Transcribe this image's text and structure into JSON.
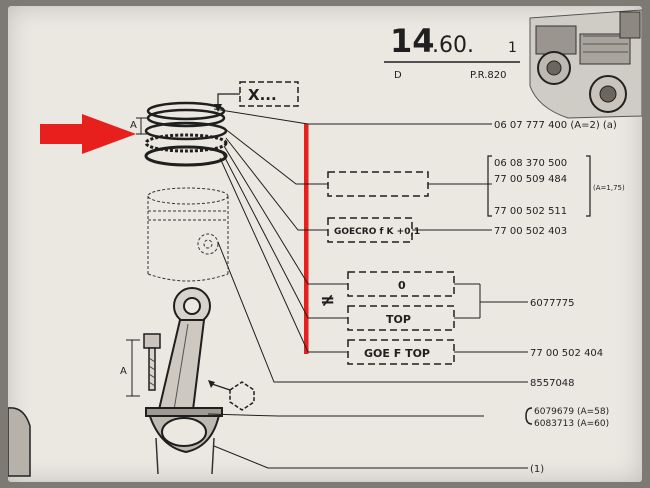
{
  "header": {
    "section_main": "14",
    "section_sub": ".60.",
    "section_index": "1",
    "left_code": "D",
    "right_code": "P.R.820"
  },
  "dimension_label": "A",
  "callout_x": "X...",
  "boxes": {
    "goecro": "GOECRO f K +0,1",
    "zero": "0",
    "top": "TOP",
    "goe_f_top": "GOE F TOP",
    "not_equal": "≠"
  },
  "parts": {
    "ring_set": "06 07 777 400 (A=2) (a)",
    "group_a": [
      "06 08 370 500",
      "77 00 509 484",
      "77 00 502 511"
    ],
    "group_a_note": "(A=1,75)",
    "goecro_ref": "77 00 502 403",
    "ring_pair_ref": "6077775",
    "goe_f_top_ref": "77 00 502 404",
    "piston_pin_ref": "8557048",
    "conrod_refs": [
      "6079679 (A=58)",
      "6083713 (A=60)"
    ],
    "footnote_ref": "(1)"
  },
  "colors": {
    "highlight": "#e8201d",
    "ink": "#1f1f1f",
    "paper": "#ebe8e2"
  },
  "icons": [
    "red-arrow-icon",
    "bracket-icon"
  ]
}
